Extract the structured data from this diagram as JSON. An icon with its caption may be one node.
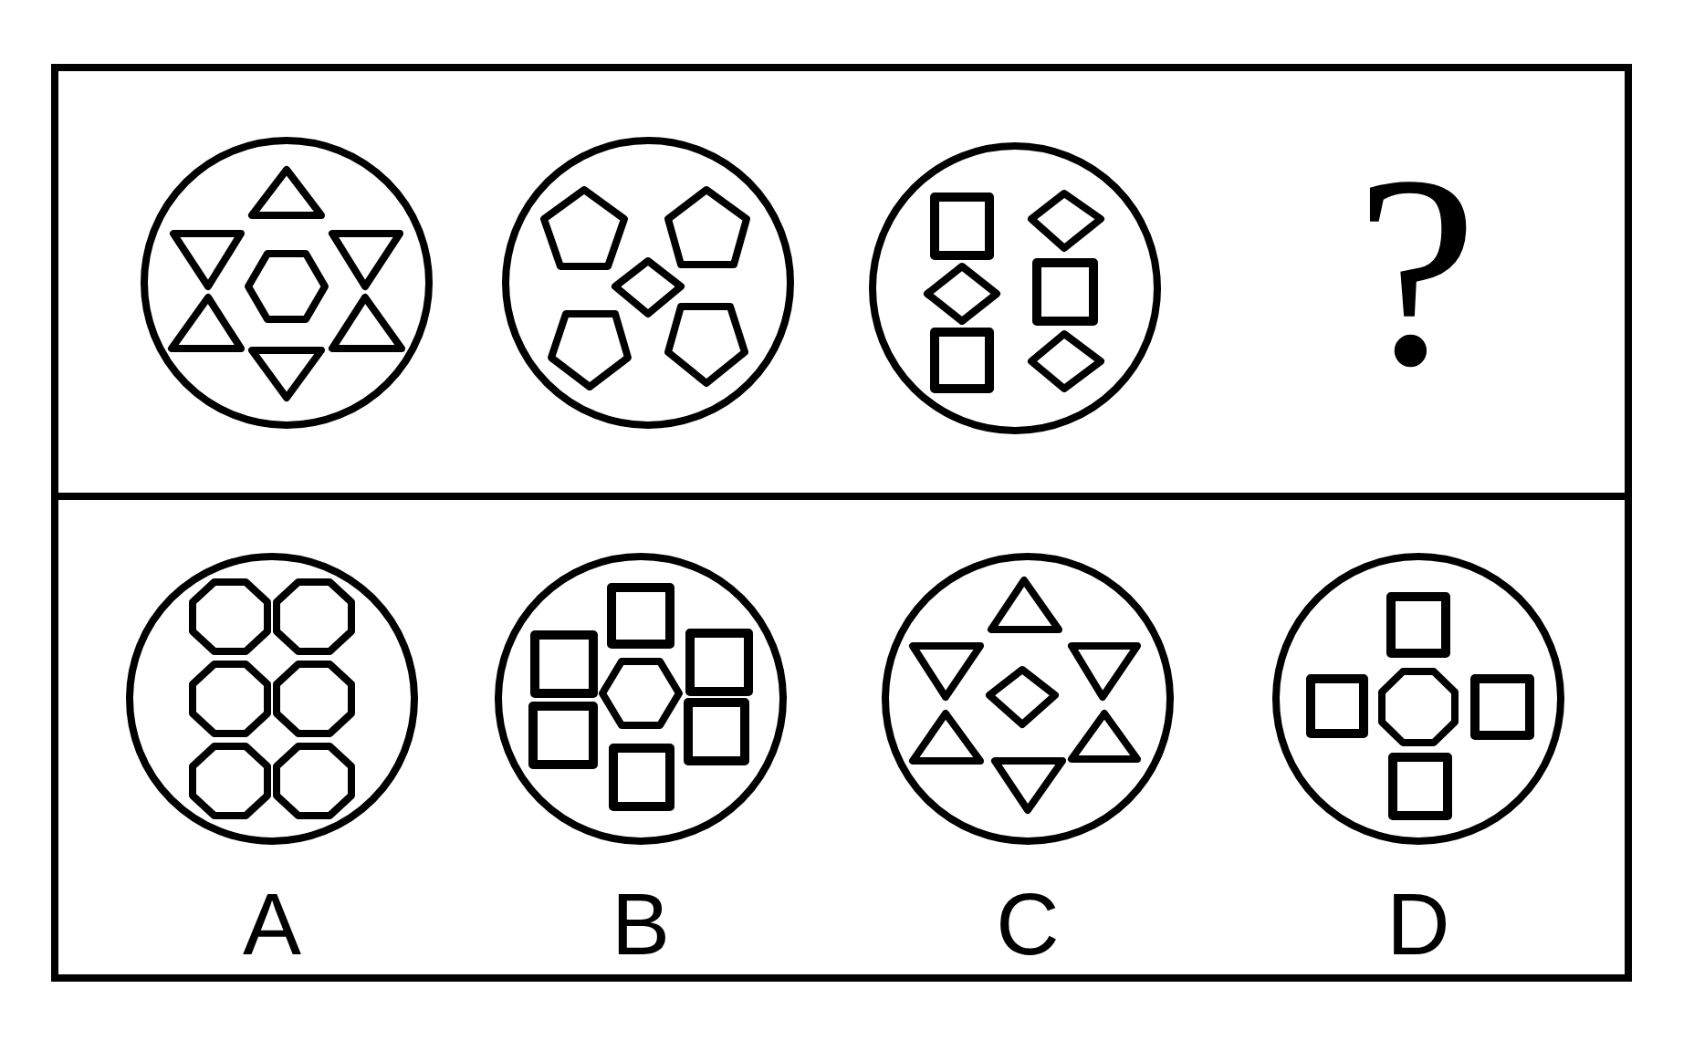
{
  "diagram": {
    "nodes": [
      {
        "text": [],
        "shape": "box"
      },
      {
        "text": [],
        "shape": "circle",
        "in": 0
      },
      {
        "text": [],
        "shape": "circle",
        "in": 0
      },
      {
        "text": [],
        "shape": "circle",
        "in": 0
      },
      {
        "text": [],
        "shape": "box"
      },
      {
        "text": [],
        "shape": "circle",
        "in": 4,
        "beside": [
          "A"
        ]
      },
      {
        "text": [],
        "shape": "circle",
        "in": 4,
        "beside": [
          "B"
        ]
      },
      {
        "text": [],
        "shape": "circle",
        "in": 4,
        "beside": [
          "C"
        ]
      },
      {
        "text": [],
        "shape": "circle",
        "in": 4,
        "beside": [
          "D"
        ]
      }
    ],
    "labels": [
      "?"
    ]
  }
}
